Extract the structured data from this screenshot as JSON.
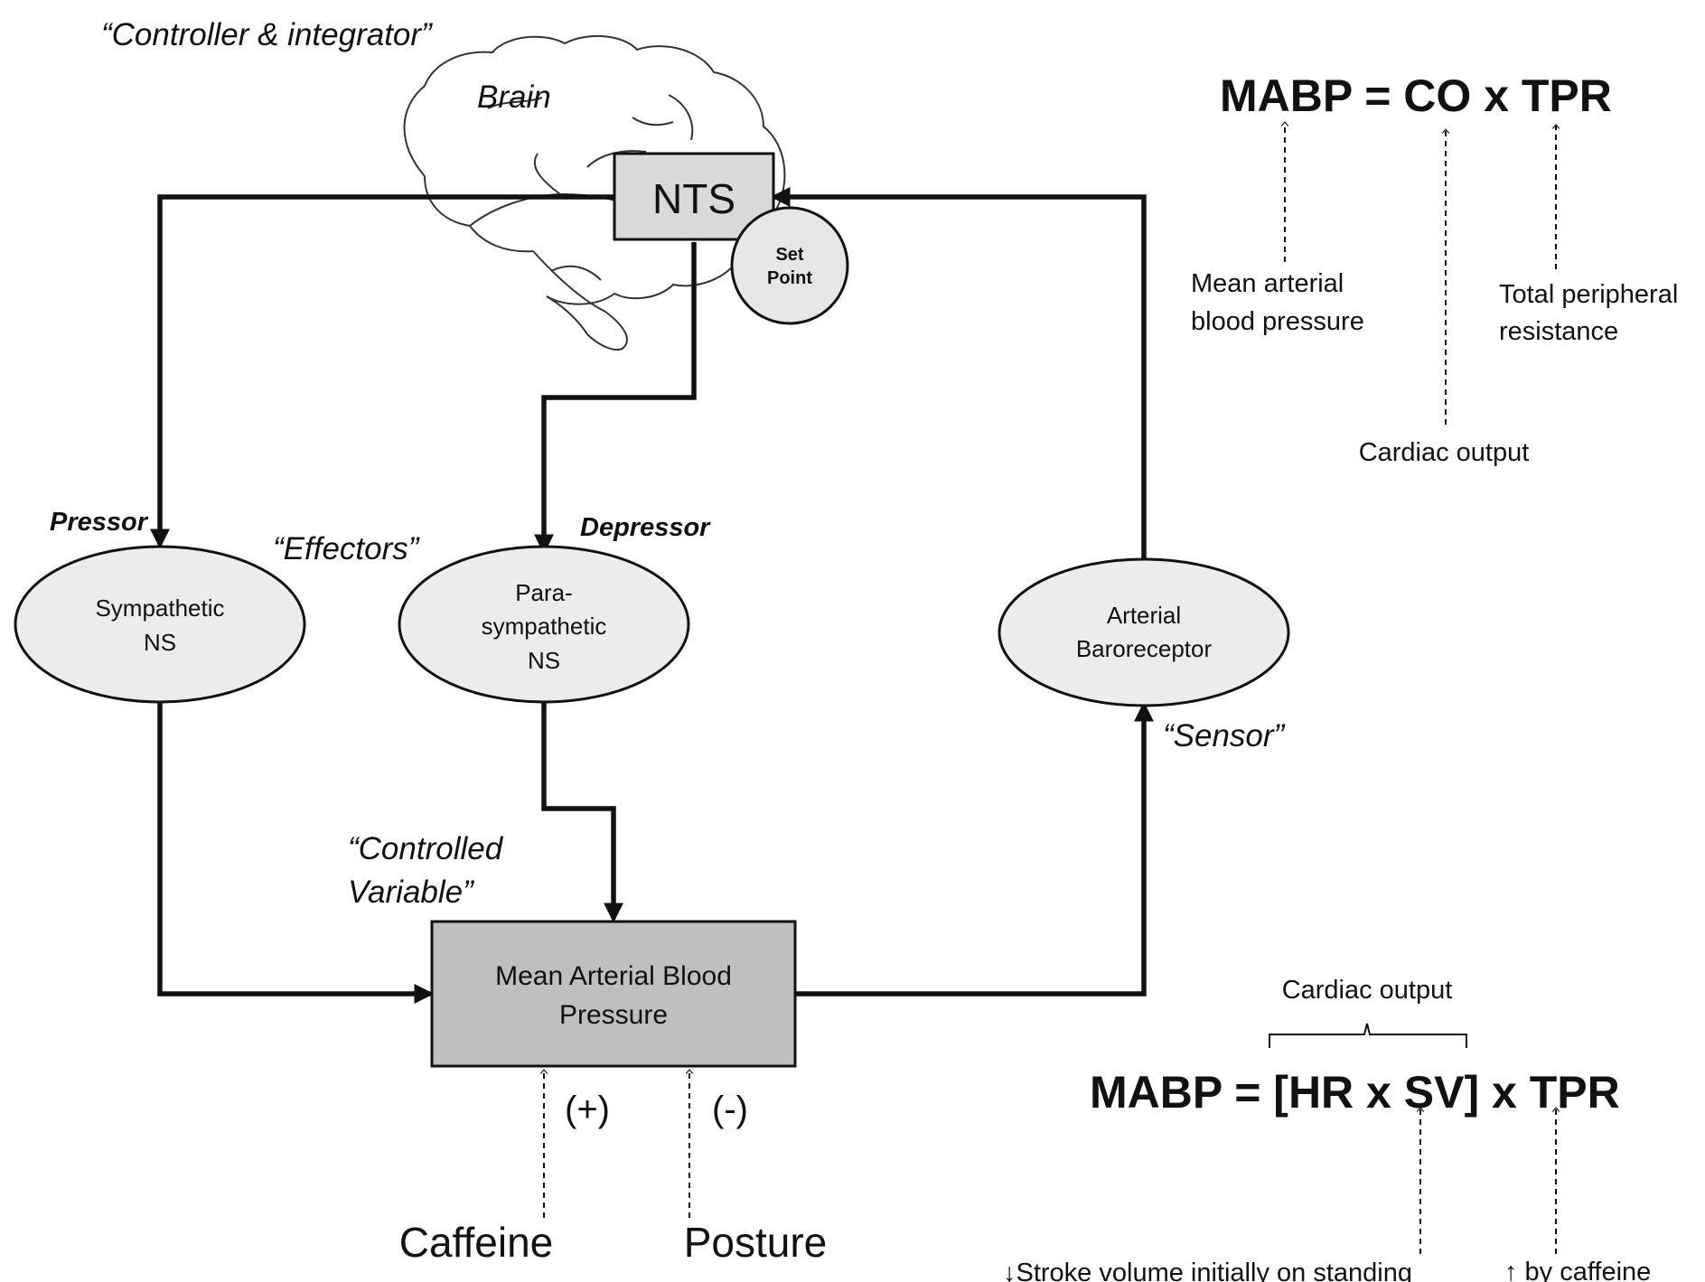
{
  "labels": {
    "controller": "“Controller & integrator”",
    "brain": "Brain",
    "nts": "NTS",
    "set_point": [
      "Set",
      "Point"
    ],
    "pressor": "Pressor",
    "depressor": "Depressor",
    "effectors": "“Effectors”",
    "sensor": "“Sensor”",
    "controlled_variable": [
      "“Controlled",
      "Variable”"
    ],
    "sympathetic": [
      "Sympathetic",
      "NS"
    ],
    "parasympathetic": [
      "Para-",
      "sympathetic",
      "NS"
    ],
    "baroreceptor": [
      "Arterial",
      "Baroreceptor"
    ],
    "mabp_box": [
      "Mean Arterial Blood",
      "Pressure"
    ],
    "plus": "(+)",
    "minus": "(-)",
    "caffeine": "Caffeine",
    "posture": "Posture"
  },
  "equation1": {
    "text": "MABP = CO x TPR",
    "mabp_label": [
      "Mean arterial",
      "blood pressure"
    ],
    "co_label": "Cardiac output",
    "tpr_label": [
      "Total peripheral",
      "resistance"
    ]
  },
  "equation2": {
    "brace_label": "Cardiac output",
    "text": "MABP = [HR x SV] x TPR",
    "sv_label": "↓Stroke volume initially on standing",
    "tpr_label": "↑ by caffeine"
  }
}
